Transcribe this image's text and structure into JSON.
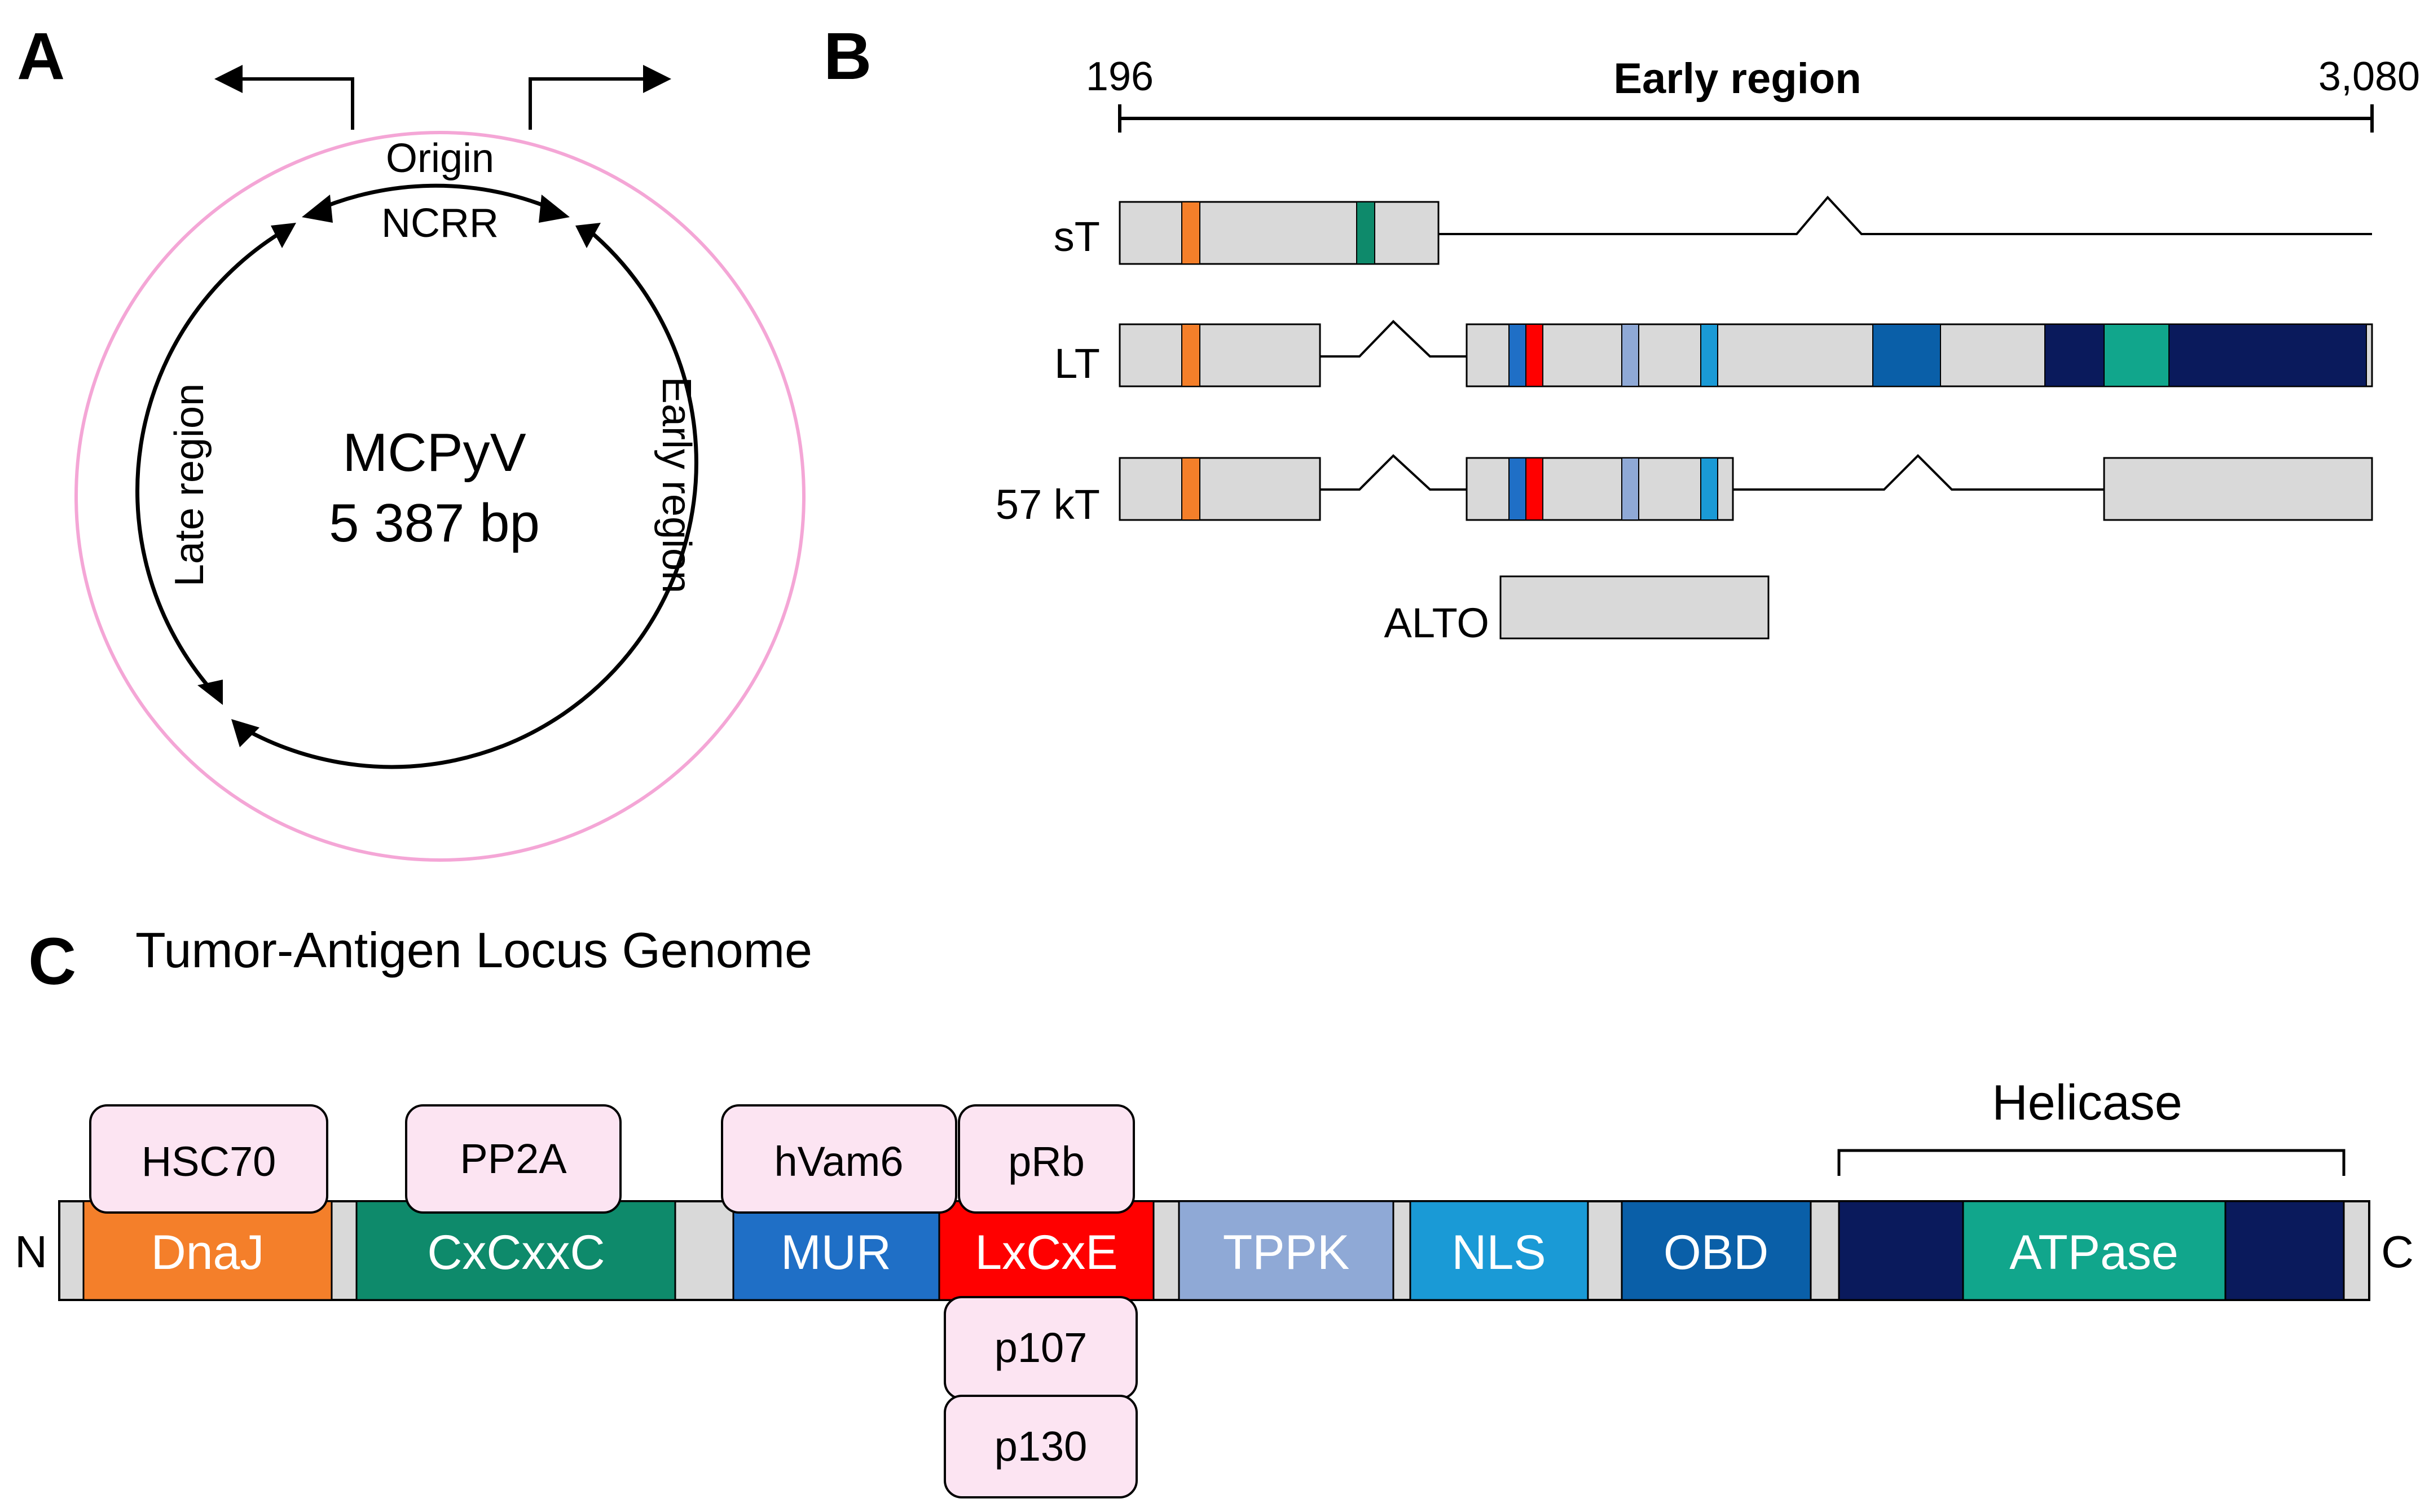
{
  "panel_a": {
    "letter": "A",
    "genome_name": "MCPyV",
    "genome_size": "5 387 bp",
    "origin": "Origin",
    "ncrr": "NCRR",
    "late_region": "Late region",
    "early_region": "Early region",
    "colors": {
      "outer_ring": "#f4a6d6",
      "inner": "#000000"
    }
  },
  "panel_b": {
    "letter": "B",
    "title": "Early region",
    "start": "196",
    "end": "3,080",
    "transcripts": [
      {
        "label": "sT"
      },
      {
        "label": "LT"
      },
      {
        "label": "57 kT"
      },
      {
        "label": "ALTO"
      }
    ],
    "colors": {
      "box_fill": "#d9d9d9",
      "dnaj": "#f47f2a",
      "cxcxxc": "#0e8a6b",
      "mur": "#1f6fc6",
      "lxcxe": "#ff0000",
      "tppk": "#8fa9d6",
      "nls": "#1a9ad6",
      "obd": "#0a5fa8",
      "helicase_dark": "#0a1a5c",
      "atpase": "#11a68c"
    }
  },
  "panel_c": {
    "letter": "C",
    "title": "Tumor-Antigen Locus Genome",
    "n_term": "N",
    "c_term": "C",
    "helicase": "Helicase",
    "domains": [
      {
        "name": "DnaJ",
        "color": "#f47f2a"
      },
      {
        "name": "CxCxxC",
        "color": "#0e8a6b"
      },
      {
        "name": "MUR",
        "color": "#1f6fc6"
      },
      {
        "name": "LxCxE",
        "color": "#ff0000"
      },
      {
        "name": "TPPK",
        "color": "#8fa9d6"
      },
      {
        "name": "NLS",
        "color": "#1a9ad6"
      },
      {
        "name": "OBD",
        "color": "#0a5fa8"
      },
      {
        "name": "ATPase",
        "color": "#11a68c"
      }
    ],
    "partners": [
      {
        "name": "HSC70"
      },
      {
        "name": "PP2A"
      },
      {
        "name": "hVam6"
      },
      {
        "name": "pRb"
      },
      {
        "name": "p107"
      },
      {
        "name": "p130"
      }
    ],
    "partner_fill": "#fce4f2",
    "bar_fill": "#d9d9d9",
    "helicase_dark": "#0a1a5c"
  }
}
